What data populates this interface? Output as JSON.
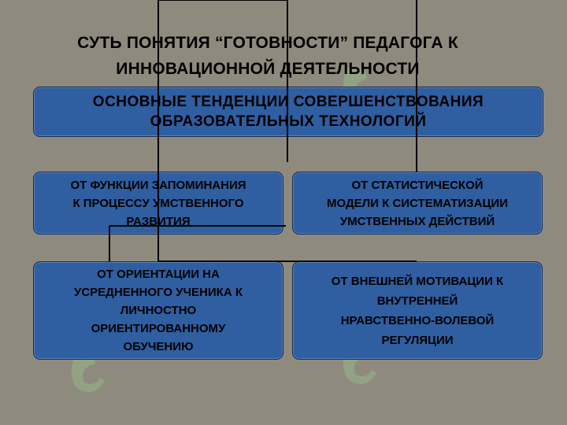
{
  "slide": {
    "title_line1": "СУТЬ ПОНЯТИЯ “ГОТОВНОСТИ” ПЕДАГОГА К",
    "title_line2": "ИННОВАЦИОННОЙ ДЕЯТЕЛЬНОСТИ"
  },
  "diagram": {
    "main": "ОСНОВНЫЕ ТЕНДЕНЦИИ СОВЕРШЕНСТВОВАНИЯ\nОБРАЗОВАТЕЛЬНЫХ ТЕХНОЛОГИЙ",
    "box1": "ОТ ФУНКЦИИ ЗАПОМИНАНИЯ\nК ПРОЦЕССУ УМСТВЕННОГО\nРАЗВИТИЯ",
    "box2": "ОТ СТАТИСТИЧЕСКОЙ\nМОДЕЛИ К СИСТЕМАТИЗАЦИИ\nУМСТВЕННЫХ ДЕЙСТВИЙ",
    "box3": "ОТ ОРИЕНТАЦИИ НА\nУСРЕДНЕННОГО УЧЕНИКА К\nЛИЧНОСТНО\nОРИЕНТИРОВАННОМУ\nОБУЧЕНИЮ",
    "box4": "ОТ ВНЕШНЕЙ МОТИВАЦИИ К\nВНУТРЕННЕЙ\nНРАВСТВЕННО-ВОЛЕВОЙ\nРЕГУЛЯЦИИ"
  },
  "colors": {
    "background": "#8f8a7e",
    "box_fill": "#2f5ea1",
    "box_border": "#0f2a55",
    "text": "#000000",
    "watermark": "#9ccf8c"
  }
}
